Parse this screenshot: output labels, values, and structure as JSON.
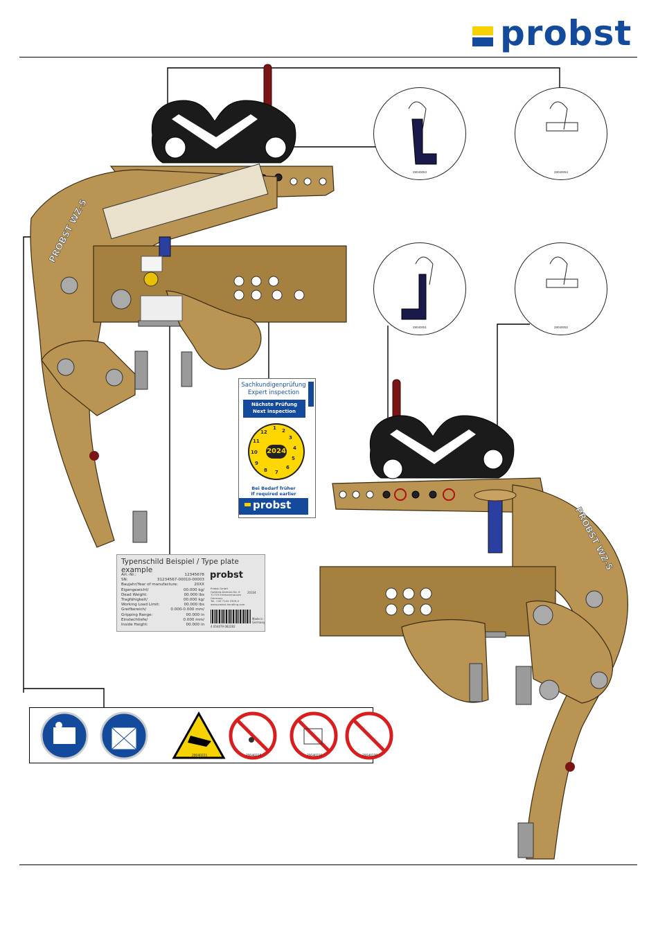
{
  "brand": {
    "name": "probst",
    "colors": {
      "blue": "#134a9c",
      "yellow": "#f6d200",
      "gold": "#b99452",
      "red": "#7a1515"
    }
  },
  "detail_codes": {
    "top_left": "29040053",
    "top_right": "29040054",
    "mid_left": "29040051",
    "mid_right": "29040052"
  },
  "type_plate": {
    "title": "Typenschild Beispiel / Type plate example",
    "rows": [
      {
        "label": "Art.-Nr.:",
        "value": "12345678"
      },
      {
        "label": "SN:",
        "value": "31234567-00010-00003"
      },
      {
        "label": "Baujahr/Year of manufacture:",
        "value": "20XX"
      },
      {
        "label": "Eigengewicht/",
        "value": "00.000 kg/"
      },
      {
        "label": "Dead Weight:",
        "value": "00.000 lbs"
      },
      {
        "label": "Tragfähigkeit/",
        "value": "00.000 kg/"
      },
      {
        "label": "Working Load Limit:",
        "value": "00.000 lbs"
      },
      {
        "label": "Greifbereich/",
        "value": "0.000-0.000 mm/"
      },
      {
        "label": "Gripping Range:",
        "value": "00.000 in"
      },
      {
        "label": "Einstechtiefe/",
        "value": "0.000 mm/"
      },
      {
        "label": "Inside Height:",
        "value": "00.000 in"
      }
    ],
    "logo": "probst",
    "address": [
      "Probst GmbH",
      "Gottlieb-Daimler-Str. 6",
      "71729 Erdmannhausen",
      "Germany",
      "Tel. +49 7144 3309-0",
      "www.probst-handling.com"
    ],
    "address_code": "20334",
    "barcode_number": "4 054079 082282",
    "made_in": [
      "Made in",
      "Germany"
    ]
  },
  "inspection_sticker": {
    "line1": "Sachkundigenprüfung",
    "line2": "Expert inspection",
    "next_de": "Nächste Prüfung",
    "next_en": "Next inspection",
    "year": "2024",
    "months": [
      "1",
      "2",
      "3",
      "4",
      "5",
      "6",
      "7",
      "8",
      "9",
      "10",
      "11",
      "12"
    ],
    "early_de": "Bei Bedarf früher",
    "early_en": "If required earlier",
    "logo": "probst"
  },
  "safety_signs": [
    {
      "icon": "read-manual-icon",
      "code": ""
    },
    {
      "icon": "protective-device-icon",
      "code": ""
    },
    {
      "icon": "hand-crush-warning-icon",
      "code": "29040221"
    },
    {
      "icon": "no-standing-under-load-icon",
      "code": "29040218"
    },
    {
      "icon": "no-damaged-material-icon",
      "code": "29040219"
    },
    {
      "icon": "no-side-pull-icon",
      "code": "29040220"
    }
  ],
  "product_label_text": "PROBST WZ-5"
}
